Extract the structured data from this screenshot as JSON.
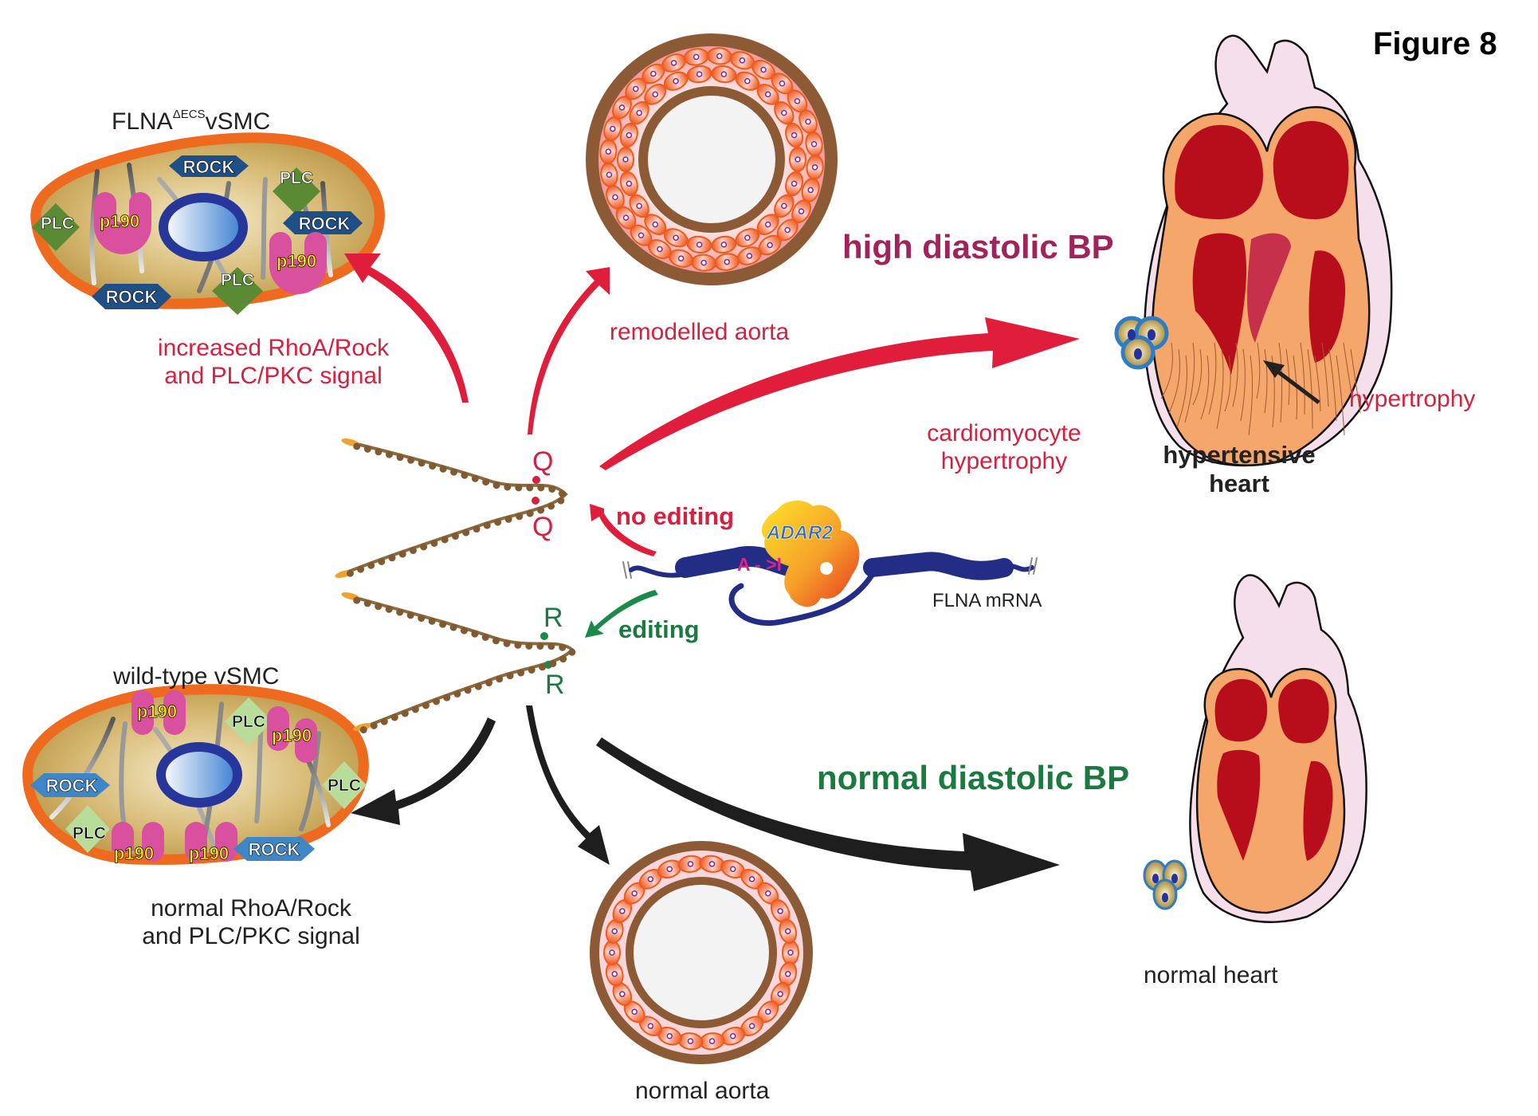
{
  "figure": {
    "title": "Figure 8"
  },
  "mutant_cell": {
    "title_main": "FLNA",
    "title_sup": "ΔECS",
    "title_suffix": "vSMC",
    "signal_line1": "increased RhoA/Rock",
    "signal_line2": "and PLC/PKC signal",
    "proteins": [
      "ROCK",
      "PLC",
      "PLC",
      "p190",
      "ROCK",
      "p190",
      "ROCK",
      "PLC"
    ]
  },
  "wildtype_cell": {
    "title": "wild-type vSMC",
    "signal_line1": "normal RhoA/Rock",
    "signal_line2": "and PLC/PKC signal",
    "proteins": [
      "p190",
      "PLC",
      "p190",
      "ROCK",
      "PLC",
      "PLC",
      "p190",
      "p190",
      "ROCK"
    ]
  },
  "aorta": {
    "remodelled_label": "remodelled aorta",
    "normal_label": "normal aorta"
  },
  "bp": {
    "high": "high diastolic BP",
    "normal": "normal diastolic BP"
  },
  "heart": {
    "hypertrophy_arrow_label": "hypertrophy",
    "hypertensive_line1": "hypertensive",
    "hypertensive_line2": "heart",
    "normal_label": "normal heart",
    "cardiomyocyte_line1": "cardiomyocyte",
    "cardiomyocyte_line2": "hypertrophy"
  },
  "editing": {
    "no_editing": "no editing",
    "editing": "editing",
    "q_top": "Q",
    "q_bottom": "Q",
    "r_top": "R",
    "r_bottom": "R",
    "enzyme": "ADAR2",
    "conversion": "A - >I",
    "mrna_label": "FLNA mRNA"
  },
  "colors": {
    "red_arrow": "#e11d3c",
    "black_arrow": "#1e1e1e",
    "cell_membrane": "#ee6a1f",
    "cell_cytoplasm": "#c9a75a",
    "rock": "#1e4f86",
    "rock_wt": "#3f86c6",
    "plc": "#5a8a34",
    "p190": "#d9509e",
    "mrna": "#232d86",
    "aorta_wall": "#8d5a36",
    "heart_muscle": "#f5a66a",
    "heart_chamber": "#b80d1a"
  }
}
